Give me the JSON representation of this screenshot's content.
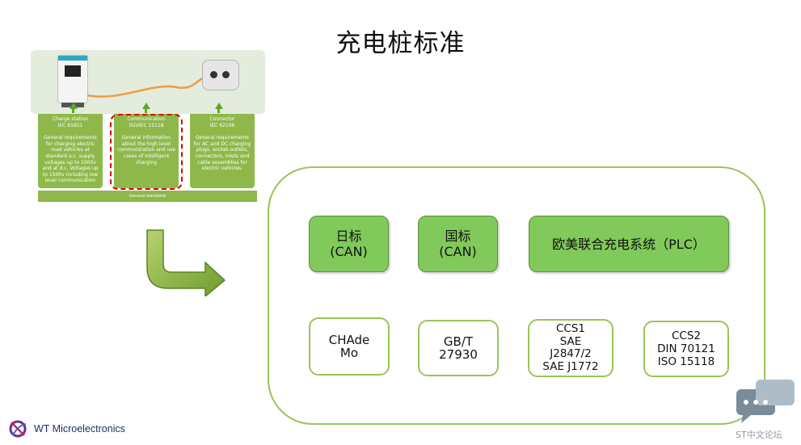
{
  "title": "充电桩标准",
  "standards_graphic": {
    "columns": [
      {
        "head_line1": "Charge station",
        "head_line2": "IEC 61851",
        "description": "General requirements for charging electric road vehicles at standard a.c. supply voltages up to 1000v and at d.c. Voltages up to 1500v including low level communication"
      },
      {
        "head_line1": "Communication",
        "head_line2": "ISO/IEC 15118",
        "description": "General information about the high level communication and use cases of intelligent charging"
      },
      {
        "head_line1": "Connector",
        "head_line2": "IEC 62196",
        "description": "General requirements for AC and DC charging plugs. socket-outlets, connectors, inlets and cable assemblies for electric vehicles."
      }
    ],
    "general_label": "General standards"
  },
  "standards_panel": {
    "regions": [
      {
        "label": "日标\n(CAN)"
      },
      {
        "label": "国标\n(CAN)"
      },
      {
        "label": "欧美联合充电系统（PLC）"
      }
    ],
    "standards": [
      {
        "label": "CHAde\nMo"
      },
      {
        "label": "GB/T\n27930"
      },
      {
        "label": "CCS1\nSAE\nJ2847/2\nSAE J1772"
      },
      {
        "label": "CCS2\nDIN 70121\nISO 15118"
      }
    ]
  },
  "footer": {
    "logo_text": "WT Microelectronics",
    "forum_text": "ST中文论坛"
  },
  "colors": {
    "green_fill": "#80c95a",
    "panel_border": "#9dc35a",
    "highlight_dash": "#e00000"
  }
}
